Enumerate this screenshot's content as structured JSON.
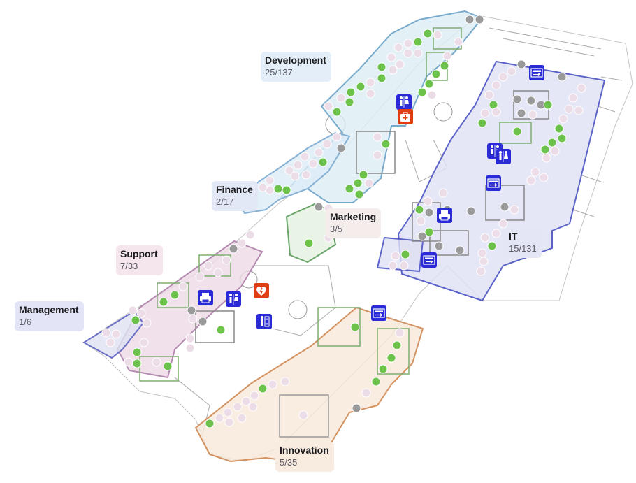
{
  "zones": [
    {
      "id": "development",
      "name": "Development",
      "count": "25/137",
      "fill": "#dcedf5",
      "border": "#78aacb",
      "label_bg": "#e3eef8"
    },
    {
      "id": "finance",
      "name": "Finance",
      "count": "2/17",
      "fill": "#dcecf6",
      "border": "#86b1d4",
      "label_bg": "#e3e8f6"
    },
    {
      "id": "marketing",
      "name": "Marketing",
      "count": "3/5",
      "fill": "#e4f1e1",
      "border": "#6aa56a",
      "label_bg": "#f5ecec"
    },
    {
      "id": "it",
      "name": "IT",
      "count": "15/131",
      "fill": "#dfe1f4",
      "border": "#5b63c8",
      "label_bg": "#e4e6f5"
    },
    {
      "id": "support",
      "name": "Support",
      "count": "7/33",
      "fill": "#ecd9e6",
      "border": "#b48ab0",
      "label_bg": "#f4e6ec"
    },
    {
      "id": "management",
      "name": "Management",
      "count": "1/6",
      "fill": "#dfe1f3",
      "border": "#6a6fc6",
      "label_bg": "#e3e4f6"
    },
    {
      "id": "innovation",
      "name": "Innovation",
      "count": "5/35",
      "fill": "#f8e7da",
      "border": "#d3925f",
      "label_bg": "#f8ebe0"
    }
  ],
  "seat_status_colors": {
    "available": "#6cc24a",
    "occupied": "#ecdde8",
    "unavailable": "#9a9a9a"
  },
  "amenity_icons": [
    {
      "name": "restroom-icon",
      "bg": "#2a2ad6"
    },
    {
      "name": "first-aid-icon",
      "bg": "#e03d12"
    },
    {
      "name": "exit-icon",
      "bg": "#2a2ad6"
    },
    {
      "name": "wheelchair-restroom-icon",
      "bg": "#2a2ad6"
    },
    {
      "name": "printer-icon",
      "bg": "#2a2ad6"
    },
    {
      "name": "defibrillator-icon",
      "bg": "#e03d12"
    },
    {
      "name": "elevator-icon",
      "bg": "#2a2ad6"
    }
  ]
}
